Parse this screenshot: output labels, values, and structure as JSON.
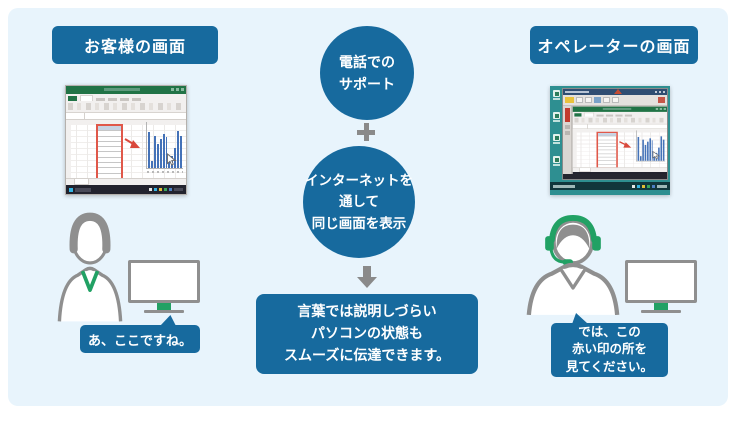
{
  "colors": {
    "canvas_background": "#e8f4fc",
    "primary_blue": "#176a9e",
    "accent_green": "#21a164",
    "outline_gray": "#8f8f8f",
    "flow_symbol_gray": "#8a8a8a",
    "excel_titlebar_green": "#217346",
    "bar_blue": "#4472b8",
    "highlight_red": "#e0584a",
    "remote_desktop_teal": "#2e8f91"
  },
  "left_panel": {
    "header": "お客様の画面",
    "speech": "あ、ここですね。"
  },
  "right_panel": {
    "header": "オペレーターの画面",
    "speech": "では、この\n赤い印の所を\n見てください。"
  },
  "flow": {
    "step1": "電話での\nサポート",
    "step2": "インターネットを\n通して\n同じ画面を表示",
    "result": "言葉では説明しづらい\nパソコンの状態も\nスムーズに伝達できます。"
  },
  "chart_data": {
    "type": "bar",
    "description": "Miniature Excel bar chart shown on both screens; a red box highlights the source data table and a red arrow points to the bars (tiny labels illegible)",
    "values": [
      78,
      15,
      70,
      52,
      64,
      74,
      68,
      12,
      26,
      44,
      80,
      70
    ],
    "bar_color": "#4472b8"
  },
  "screenshot_details": {
    "table_rows": 10,
    "table_cols": 2,
    "taskbar_icon_colors": [
      "#e6e6e6",
      "#36b3e3",
      "#e3bd35",
      "#3aa55b",
      "#4d7fc4"
    ],
    "desktop_icon_count": 4
  }
}
